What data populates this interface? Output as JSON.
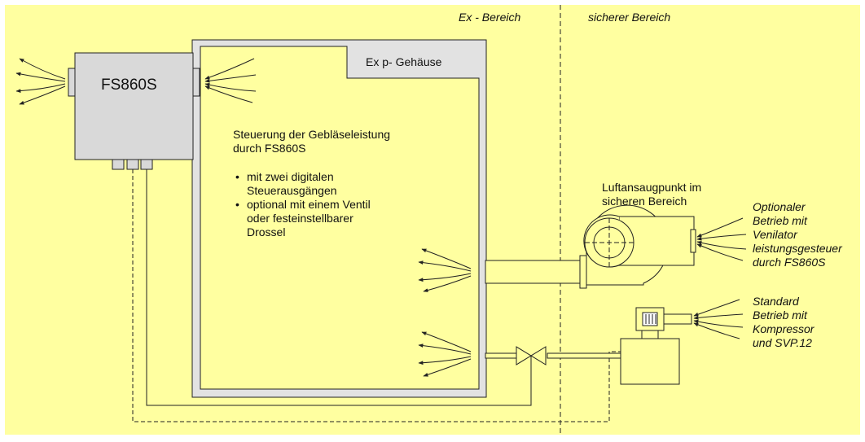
{
  "colors": {
    "background": "#ffffa0",
    "housing": "#e2e2e2",
    "device": "#d9d9d9",
    "line": "#222222"
  },
  "zones": {
    "hazardous": "Ex - Bereich",
    "safe": "sicherer Bereich"
  },
  "device": {
    "name": "FS860S"
  },
  "housing": {
    "label": "Ex p- Gehäuse"
  },
  "control": {
    "heading": [
      "Steuerung der Gebläseleistung",
      "durch FS860S"
    ],
    "bullets": [
      [
        "mit zwei digitalen",
        "Steuerausgängen"
      ],
      [
        "optional mit einem Ventil",
        "oder festeinstellbarer",
        "Drossel"
      ]
    ]
  },
  "intake": {
    "label": [
      "Luftansaugpunkt im",
      "sicheren Bereich"
    ]
  },
  "fan_option": {
    "label": [
      "Optionaler",
      "Betrieb mit",
      "Venilator",
      "leistungsgesteuer",
      "durch FS860S"
    ]
  },
  "compressor_option": {
    "label": [
      "Standard",
      "Betrieb mit",
      "Kompressor",
      "und SVP.12"
    ]
  }
}
